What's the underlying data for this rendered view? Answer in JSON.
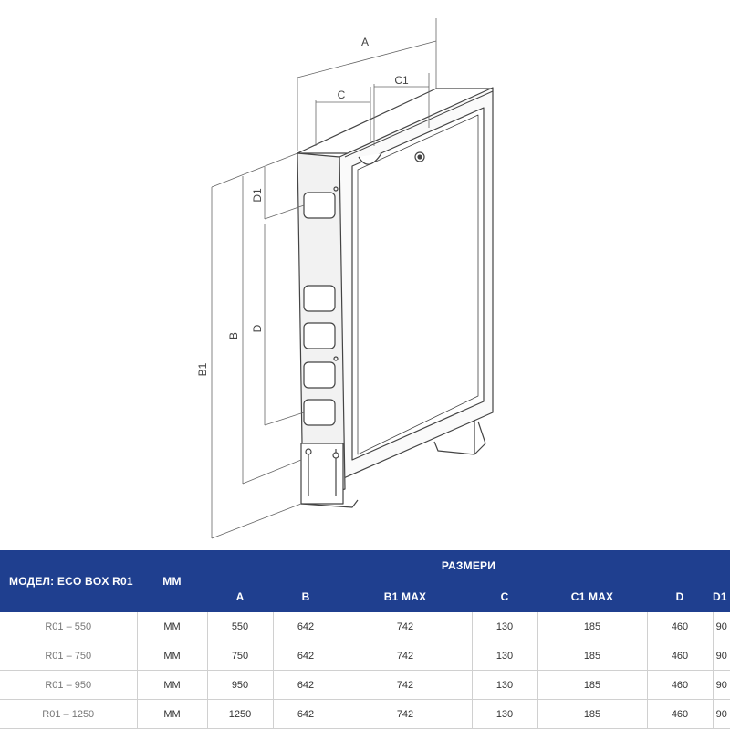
{
  "drawing": {
    "dimension_labels": {
      "a": "A",
      "c": "C",
      "c1": "C1",
      "b": "B",
      "b1": "B1",
      "d": "D",
      "d1": "D1"
    }
  },
  "table": {
    "model_header": "МОДЕЛ: ECO BOX R01",
    "unit_header": "ММ",
    "group_header": "РАЗМЕРИ",
    "columns": [
      "A",
      "B",
      "B1 MAX",
      "C",
      "C1 MAX",
      "D",
      "D1"
    ],
    "rows": [
      {
        "model": "R01 – 550",
        "unit": "ММ",
        "a": "550",
        "b": "642",
        "b1": "742",
        "c": "130",
        "c1": "185",
        "d": "460",
        "d1": "90"
      },
      {
        "model": "R01 – 750",
        "unit": "ММ",
        "a": "750",
        "b": "642",
        "b1": "742",
        "c": "130",
        "c1": "185",
        "d": "460",
        "d1": "90"
      },
      {
        "model": "R01 – 950",
        "unit": "ММ",
        "a": "950",
        "b": "642",
        "b1": "742",
        "c": "130",
        "c1": "185",
        "d": "460",
        "d1": "90"
      },
      {
        "model": "R01 – 1250",
        "unit": "ММ",
        "a": "1250",
        "b": "642",
        "b1": "742",
        "c": "130",
        "c1": "185",
        "d": "460",
        "d1": "90"
      }
    ]
  },
  "colors": {
    "header_bg": "#1f3f8f",
    "header_text": "#ffffff",
    "line": "#444444"
  }
}
